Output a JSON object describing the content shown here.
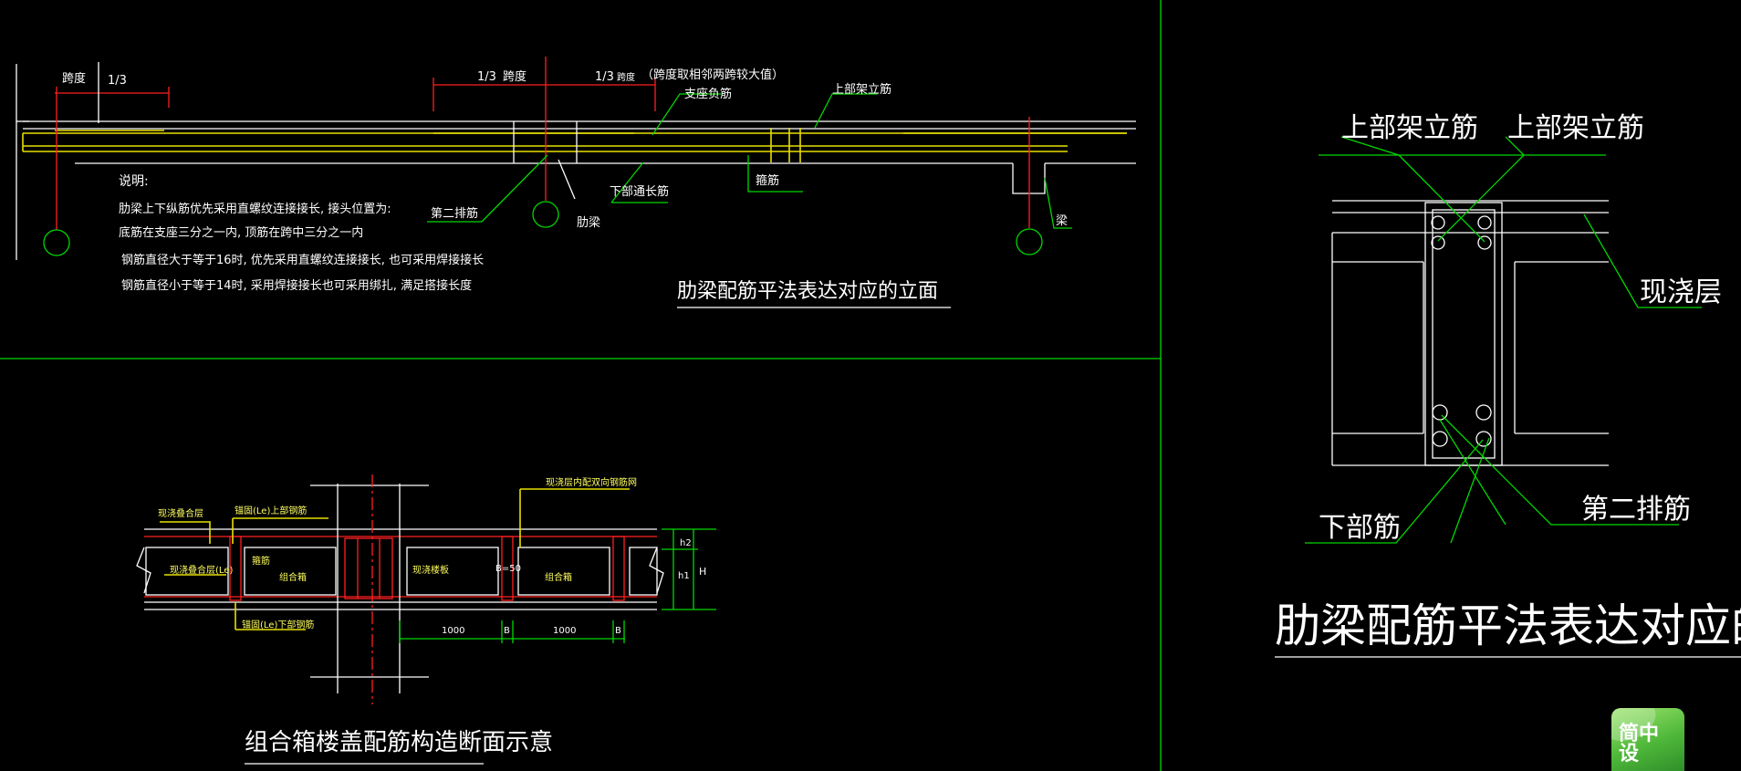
{
  "elevation": {
    "title": "肋梁配筋平法表达对应的立面",
    "dim_span_left": "跨度",
    "dim_one_third_left": "1/3",
    "dim_one_third_mid": "1/3",
    "dim_span_mid": "跨度",
    "dim_one_third_right": "1/3",
    "dim_note_small": "跨度",
    "dim_note": "（跨度取相邻两跨较大值）",
    "label_support_negative": "支座负筋",
    "label_top_erection": "上部架立筋",
    "label_second_row": "第二排筋",
    "label_rib_beam": "肋梁",
    "label_bottom_through": "下部通长筋",
    "label_stirrup": "箍筋",
    "label_beam": "梁",
    "notes_title": "说明:",
    "notes": [
      "肋梁上下纵筋优先采用直螺纹连接接长, 接头位置为:",
      "底筋在支座三分之一内, 顶筋在跨中三分之一内",
      "钢筋直径大于等于16时, 优先采用直螺纹连接接长, 也可采用焊接接长",
      "钢筋直径小于等于14时, 采用焊接接长也可采用绑扎, 满足搭接长度"
    ]
  },
  "section": {
    "title": "肋梁配筋平法表达对应的断面",
    "label_top_left": "上部架立筋",
    "label_top_right": "上部架立筋",
    "label_cast_layer": "现浇层",
    "label_bottom": "下部筋",
    "label_second_row": "第二排筋"
  },
  "box_floor": {
    "title": "组合箱楼盖配筋构造断面示意",
    "label_a": "现浇叠合层",
    "label_b": "锚固(Le)上部钢筋",
    "label_c": "现浇层内配双向钢筋网",
    "label_d": "现浇叠合层(Le)",
    "label_e": "箍筋",
    "label_f": "组合箱",
    "label_g": "现浇楼板",
    "label_h": "B=50",
    "label_i": "组合箱",
    "label_j": "锚固(Le)下部钢筋",
    "dim_1000_a": "1000",
    "dim_b_a": "B",
    "dim_1000_b": "1000",
    "dim_b_b": "B",
    "dim_h2": "h2",
    "dim_h1": "h1",
    "dim_H": "H"
  },
  "logo": {
    "text": "简中设"
  }
}
